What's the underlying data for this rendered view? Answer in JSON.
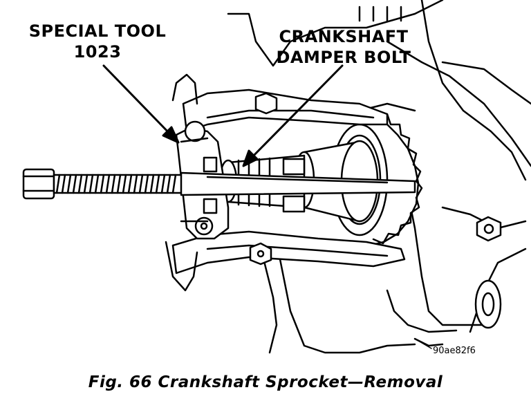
{
  "labels": {
    "special_tool_line1": "SPECIAL TOOL",
    "special_tool_line2": "1023",
    "damper_bolt_line1": "CRANKSHAFT",
    "damper_bolt_line2": "DAMPER BOLT",
    "figure_code": "90ae82f6"
  },
  "caption": "Fig. 66 Crankshaft Sprocket—Removal",
  "colors": {
    "ink": "#000000",
    "paper": "#ffffff"
  }
}
